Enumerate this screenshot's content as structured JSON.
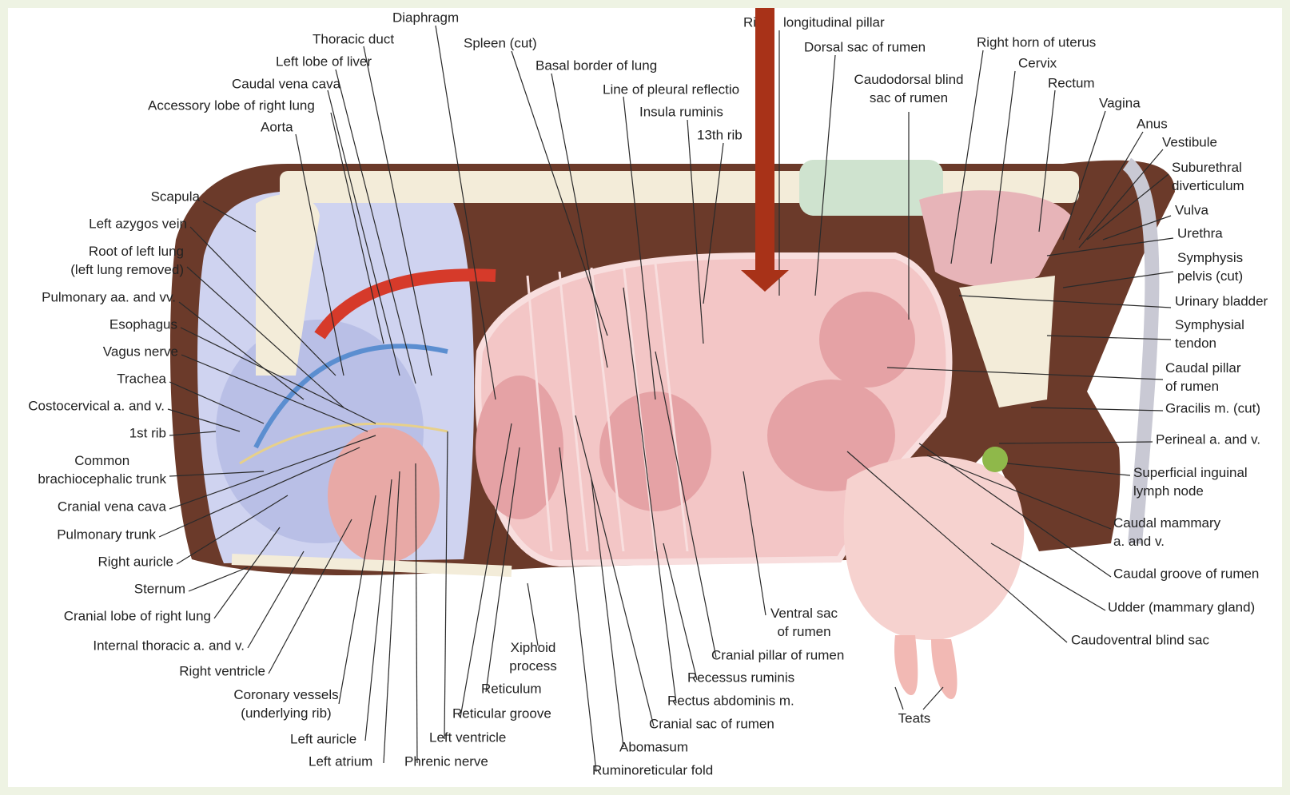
{
  "colors": {
    "page_bg": "#eef3e3",
    "panel_bg": "#ffffff",
    "body_wall": "#6b3a2a",
    "rumen": "#f3c6c6",
    "rumen_shade": "#e5a2a5",
    "rumen_edge": "#f8dede",
    "bone": "#f3ecd9",
    "lung": "#b9bfe6",
    "artery": "#d63a2a",
    "vein": "#5b8ed0",
    "nerve": "#e7d08a",
    "arrow": "#a83218",
    "label_text": "#222222",
    "leader_line": "#2a2a2a"
  },
  "pointer_arrow": {
    "icon": "down-arrow-icon",
    "color": "#a83218"
  },
  "labels": {
    "diaphragm": "Diaphragm",
    "thoracic_duct": "Thoracic duct",
    "spleen_cut": "Spleen (cut)",
    "left_lobe_liver": "Left lobe of liver",
    "caudal_vena_cava": "Caudal vena cava",
    "accessory_lobe": "Accessory lobe of right lung",
    "aorta": "Aorta",
    "basal_border_lung": "Basal border of lung",
    "line_pleural": "Line of pleural reflectio",
    "insula_ruminis": "Insula ruminis",
    "thirteenth_rib": "13th rib",
    "right_long_pillar_a": "Ri",
    "right_long_pillar_b": "longitudinal pillar",
    "dorsal_sac": "Dorsal sac of rumen",
    "caudodorsal_blind_sac": "Caudodorsal blind\nsac of rumen",
    "right_horn_uterus": "Right horn of uterus",
    "cervix": "Cervix",
    "rectum": "Rectum",
    "vagina": "Vagina",
    "anus": "Anus",
    "vestibule": "Vestibule",
    "suburethral": "Suburethral\ndiverticulum",
    "vulva": "Vulva",
    "urethra": "Urethra",
    "symphysis_pelvis": "Symphysis\npelvis (cut)",
    "urinary_bladder": "Urinary bladder",
    "symphysial_tendon": "Symphysial\ntendon",
    "caudal_pillar": "Caudal pillar\nof rumen",
    "gracilis": "Gracilis m. (cut)",
    "perineal": "Perineal a. and v.",
    "superficial_inguinal": "Superficial inguinal\nlymph node",
    "caudal_mammary": "Caudal mammary\na. and v.",
    "caudal_groove": "Caudal groove of rumen",
    "udder": "Udder (mammary gland)",
    "caudoventral_blind_sac": "Caudoventral blind sac",
    "scapula": "Scapula",
    "left_azygos": "Left azygos vein",
    "root_left_lung": "Root of left lung\n(left lung removed)",
    "pulmonary_aa": "Pulmonary aa. and vv.",
    "esophagus": "Esophagus",
    "vagus": "Vagus nerve",
    "trachea": "Trachea",
    "costocervical": "Costocervical a. and v.",
    "first_rib": "1st rib",
    "common_brachio": "Common\nbrachiocephalic trunk",
    "cranial_vena_cava": "Cranial vena cava",
    "pulmonary_trunk": "Pulmonary trunk",
    "right_auricle": "Right auricle",
    "sternum": "Sternum",
    "cranial_lobe": "Cranial lobe of right lung",
    "internal_thoracic": "Internal thoracic a. and v.",
    "right_ventricle": "Right ventricle",
    "coronary": "Coronary vessels\n(underlying rib)",
    "left_auricle": "Left auricle",
    "left_atrium": "Left atrium",
    "phrenic": "Phrenic nerve",
    "left_ventricle": "Left ventricle",
    "reticular_groove": "Reticular groove",
    "reticulum": "Reticulum",
    "xiphoid": "Xiphoid\nprocess",
    "abomasum": "Abomasum",
    "ruminoreticular_fold": "Ruminoreticular fold",
    "cranial_sac": "Cranial sac of rumen",
    "rectus_abdominis": "Rectus abdominis m.",
    "recessus_ruminis": "Recessus ruminis",
    "cranial_pillar": "Cranial pillar of rumen",
    "ventral_sac": "Ventral sac\nof rumen",
    "teats": "Teats"
  }
}
